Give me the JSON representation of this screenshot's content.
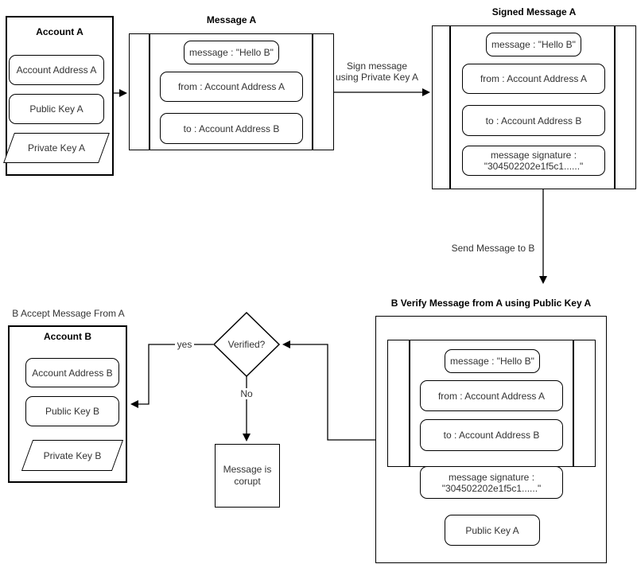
{
  "colors": {
    "stroke": "#000000",
    "text": "#333333",
    "background": "#ffffff"
  },
  "nodes": {
    "account_a": {
      "title": "Account A",
      "address": "Account Address A",
      "public_key": "Public Key A",
      "private_key": "Private Key A"
    },
    "message_a": {
      "title": "Message A",
      "message": "message : \"Hello B\"",
      "from": "from : Account Address A",
      "to": "to : Account Address B"
    },
    "signed_message_a": {
      "title": "Signed Message A",
      "message": "message : \"Hello B\"",
      "from": "from : Account Address A",
      "to": "to : Account Address B",
      "signature_label": "message signature :",
      "signature_value": "\"304502202e1f5c1......\""
    },
    "verify": {
      "title": "B Verify Message from A using Public Key A",
      "message": "message : \"Hello B\"",
      "from": "from : Account Address A",
      "to": "to : Account Address B",
      "signature_label": "message signature :",
      "signature_value": "\"304502202e1f5c1......\"",
      "public_key": "Public Key A"
    },
    "decision": {
      "label": "Verified?"
    },
    "corrupt": {
      "line1": "Message is",
      "line2": "corupt"
    },
    "account_b": {
      "caption": "B Accept Message From A",
      "title": "Account B",
      "address": "Account Address B",
      "public_key": "Public Key B",
      "private_key": "Private Key B"
    }
  },
  "edges": {
    "sign": {
      "line1": "Sign message",
      "line2": "using Private Key A"
    },
    "send": {
      "label": "Send Message to B"
    },
    "yes": {
      "label": "yes"
    },
    "no": {
      "label": "No"
    }
  }
}
